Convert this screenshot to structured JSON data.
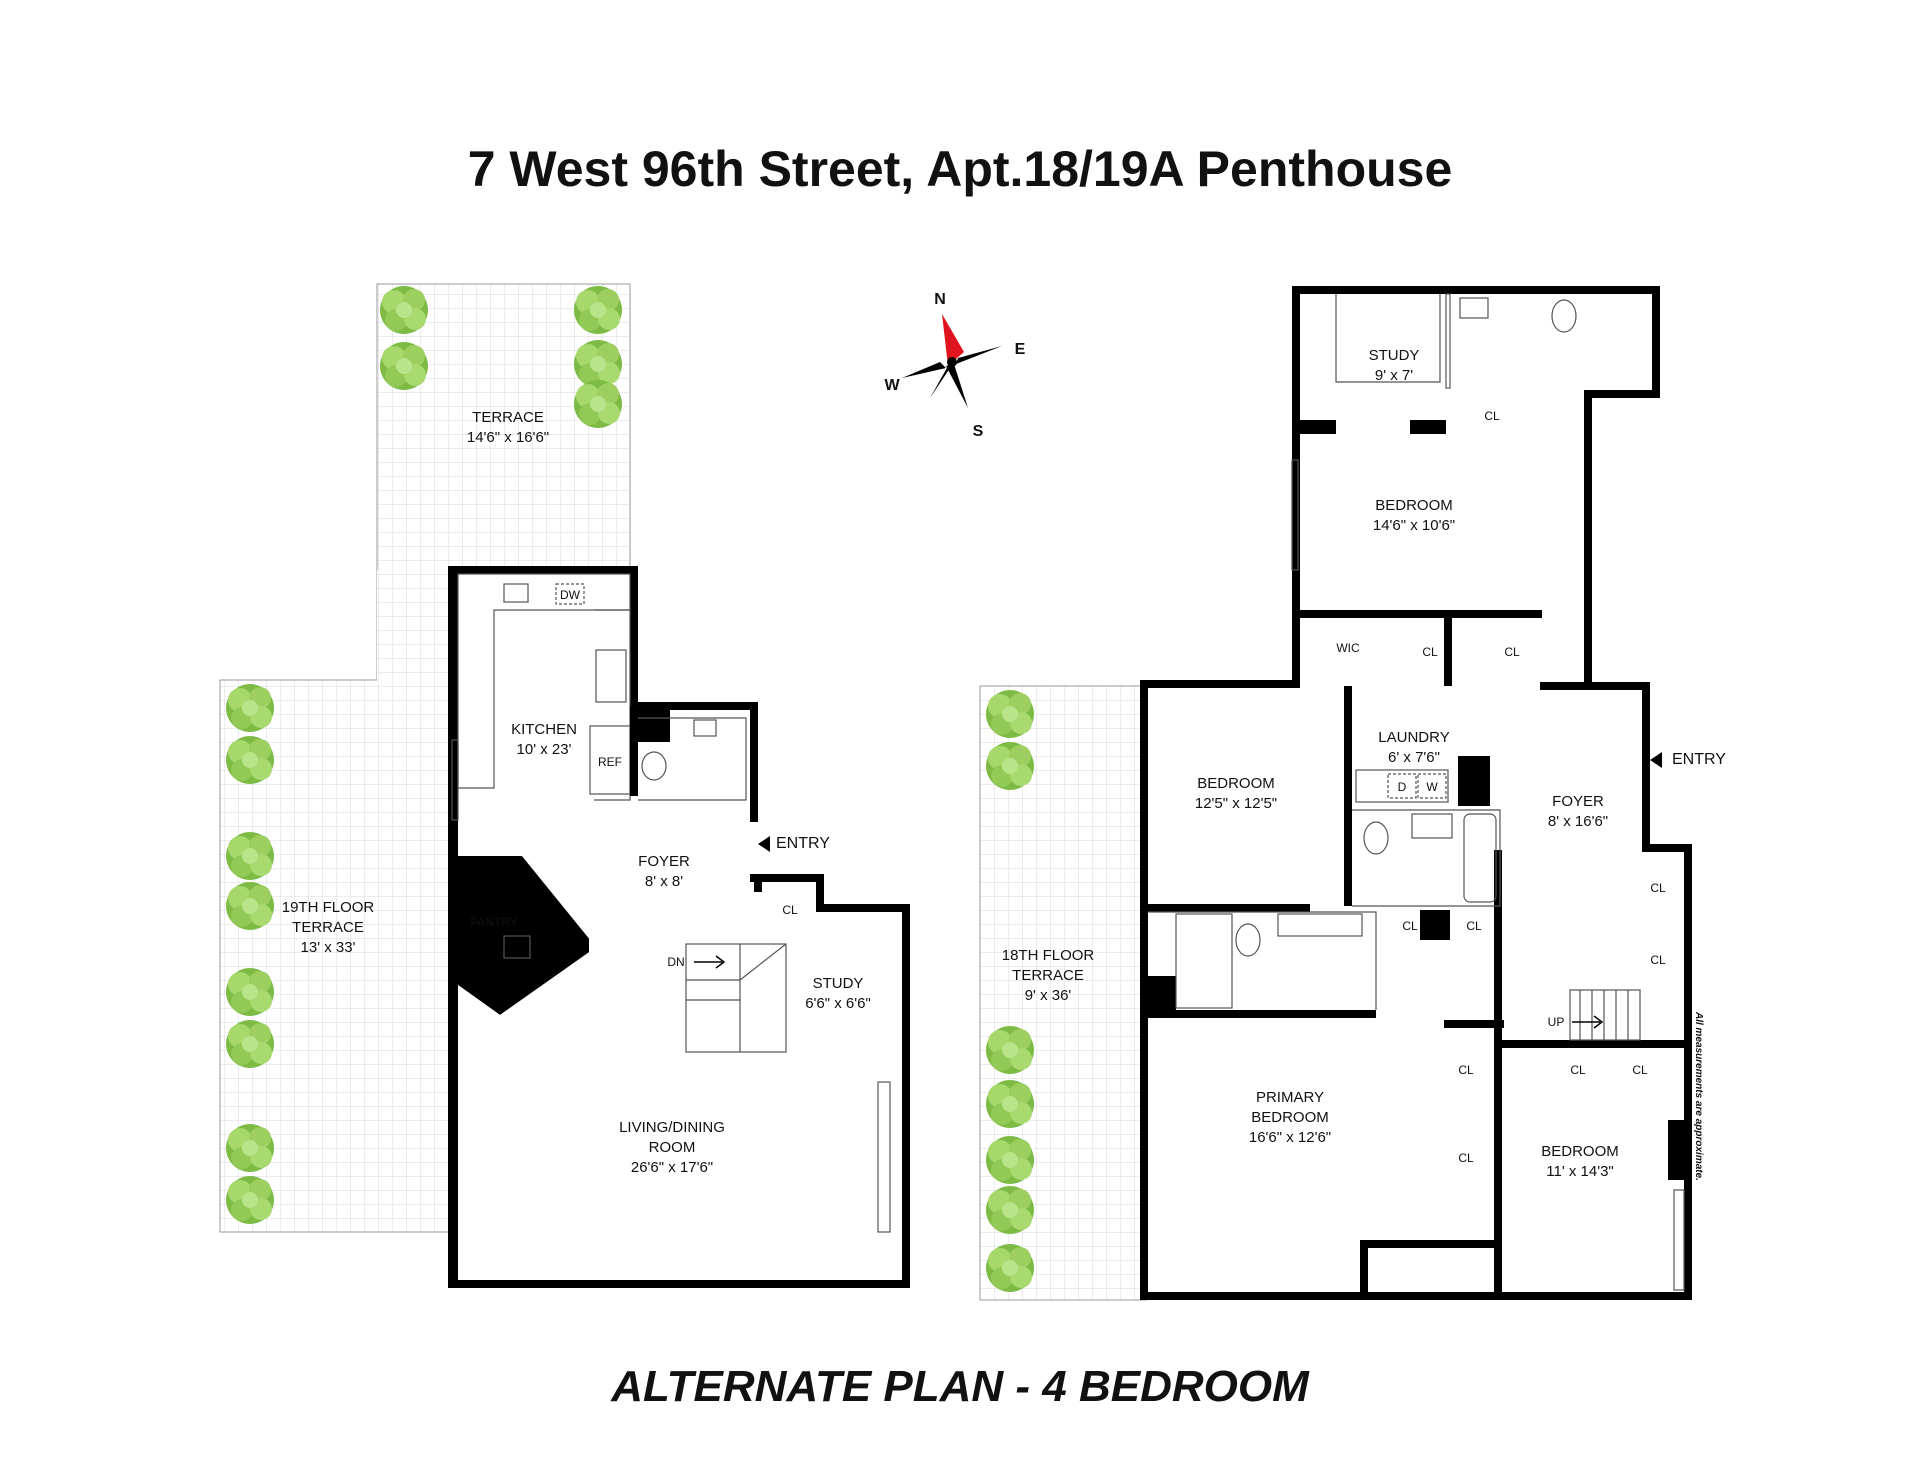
{
  "title": "7 West 96th Street, Apt.18/19A Penthouse",
  "subtitle": "ALTERNATE PLAN - 4 BEDROOM",
  "compass": {
    "n": "N",
    "s": "S",
    "e": "E",
    "w": "W"
  },
  "note": "All measurements are approximate.",
  "floor19": {
    "terrace_top": {
      "name": "TERRACE",
      "dims": "14'6\" x 16'6\""
    },
    "terrace_side": {
      "name1": "19TH FLOOR",
      "name2": "TERRACE",
      "dims": "13' x 33'"
    },
    "kitchen": {
      "name": "KITCHEN",
      "dims": "10' x 23'"
    },
    "dw": "DW",
    "ref": "REF",
    "foyer": {
      "name": "FOYER",
      "dims": "8' x 8'"
    },
    "entry": "ENTRY",
    "cl": "CL",
    "pantry": "PANTRY",
    "dn": "DN",
    "study": {
      "name": "STUDY",
      "dims": "6'6\" x 6'6\""
    },
    "living": {
      "name1": "LIVING/DINING",
      "name2": "ROOM",
      "dims": "26'6\" x 17'6\""
    }
  },
  "floor18": {
    "study": {
      "name": "STUDY",
      "dims": "9' x 7'"
    },
    "bedroom_top": {
      "name": "BEDROOM",
      "dims": "14'6\" x 10'6\""
    },
    "wic": "WIC",
    "cl": "CL",
    "laundry": {
      "name": "LAUNDRY",
      "dims": "6' x 7'6\""
    },
    "d": "D",
    "w": "W",
    "bedroom_left": {
      "name": "BEDROOM",
      "dims": "12'5\" x 12'5\""
    },
    "foyer": {
      "name": "FOYER",
      "dims": "8' x 16'6\""
    },
    "entry": "ENTRY",
    "terrace": {
      "name1": "18TH FLOOR",
      "name2": "TERRACE",
      "dims": "9' x 36'"
    },
    "up": "UP",
    "primary": {
      "name1": "PRIMARY",
      "name2": "BEDROOM",
      "dims": "16'6\" x 12'6\""
    },
    "bedroom_right": {
      "name": "BEDROOM",
      "dims": "11' x 14'3\""
    }
  },
  "colors": {
    "wall": "#000000",
    "plant": "#8fc95a",
    "compass_north": "#e0141e"
  }
}
